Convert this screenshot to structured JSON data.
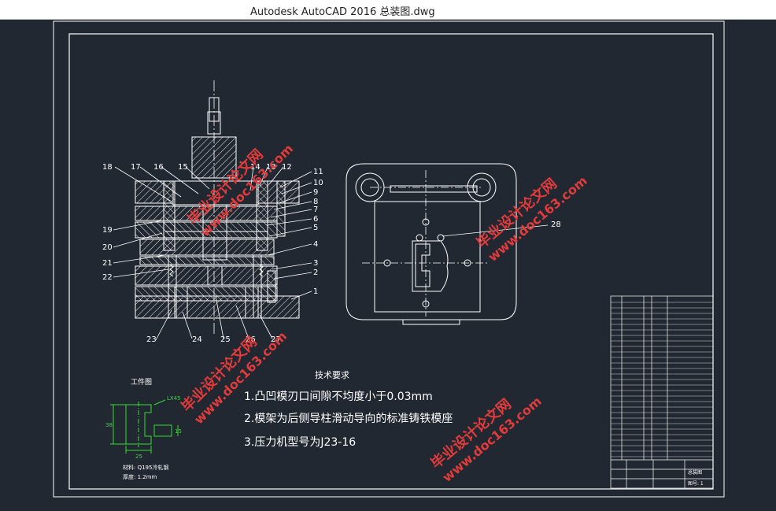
{
  "window": {
    "title": "Autodesk AutoCAD 2016     总装图.dwg"
  },
  "section_view": {
    "callouts_top": [
      "18",
      "17",
      "16",
      "15",
      "14",
      "13",
      "12"
    ],
    "callouts_right": [
      "11",
      "10",
      "9",
      "8",
      "7",
      "6",
      "5",
      "4",
      "3",
      "2",
      "1"
    ],
    "callouts_left": [
      "19",
      "20",
      "21",
      "22"
    ],
    "callouts_bottom": [
      "23",
      "24",
      "25",
      "26",
      "27"
    ]
  },
  "top_view": {
    "callout": "28"
  },
  "workpiece": {
    "title": "工件图",
    "dims": {
      "thick": "LX45",
      "height": "38",
      "width": "25",
      "slot": "15"
    },
    "material": "材料: Q195冷轧钢",
    "thickness": "厚度: 1.2mm"
  },
  "tech_requirements": {
    "heading": "技术要求",
    "items": [
      "1.凸凹模刃口间隙不均度小于0.03mm",
      "2.模架为后侧导柱滑动导向的标准铸铁模座",
      "3.压力机型号为J23-16"
    ]
  },
  "title_block": {
    "name": "总装图",
    "sheet": "图号: 1"
  },
  "watermarks": [
    "毕业设计论文网",
    "www.doc163.com"
  ],
  "colors": {
    "background": "#222831",
    "lines": "#ffffff",
    "text": "#ffffff",
    "workpiece": "#33dd33",
    "watermark": "#e23b3b"
  }
}
